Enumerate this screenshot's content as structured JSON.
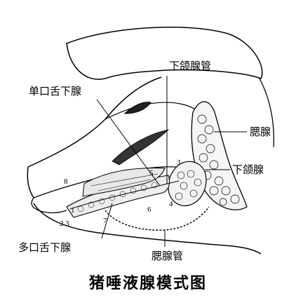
{
  "title": "猪唾液腺模式图",
  "labels": {
    "submandibular_duct": "下颌腺管",
    "monostomatic_sublingual": "单口舌下腺",
    "parotid_gland": "腮腺",
    "submandibular_gland": "下颌腺",
    "polystomatic_sublingual": "多口舌下腺",
    "parotid_duct": "腮腺管"
  },
  "numbers": [
    "8",
    "5",
    "3",
    "6",
    "4",
    "2",
    "3",
    "1",
    "7"
  ],
  "colors": {
    "ink": "#000000",
    "paper": "#ffffff"
  }
}
